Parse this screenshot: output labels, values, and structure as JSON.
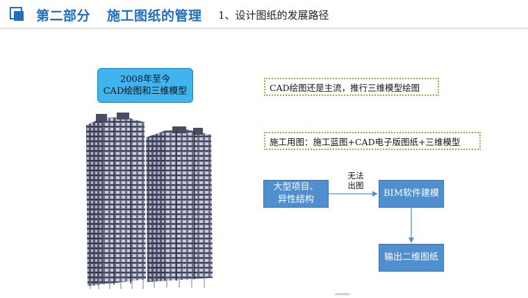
{
  "header": {
    "part": "第二部分",
    "title": "施工图纸的管理",
    "subtitle": "1、设计图纸的发展路径",
    "accent_color": "#1f6fc0"
  },
  "year_box": {
    "line1": "2008年至今",
    "line2": "CAD绘图和三维模型",
    "color": "#3fb4ef"
  },
  "notes": {
    "note1": "CAD绘图还是主流，推行三维模型绘图",
    "note2": "施工用图：施工蓝图+CAD电子版图纸+三维模型",
    "border_color": "#7cc243"
  },
  "flow": {
    "box_a": {
      "line1": "大型项目、",
      "line2": "异性结构"
    },
    "arrow_label": {
      "line1": "无法",
      "line2": "出图"
    },
    "box_b": "BIM软件建模",
    "box_c": "输出二维图纸",
    "box_color": "#4f8fcf"
  },
  "image": {
    "icon": "building-model-icon"
  }
}
